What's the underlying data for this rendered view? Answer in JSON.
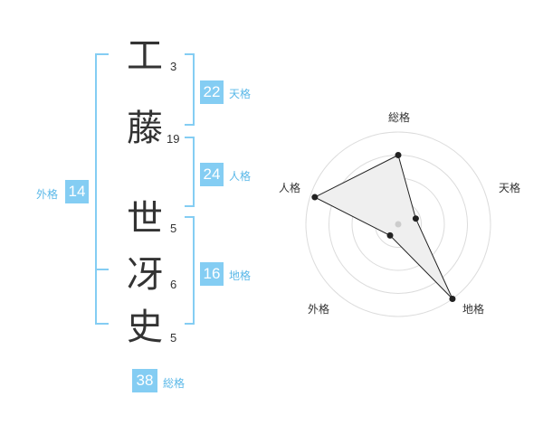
{
  "name": {
    "characters": [
      {
        "char": "工",
        "strokes": "3"
      },
      {
        "char": "藤",
        "strokes": "19"
      },
      {
        "char": "世",
        "strokes": "5"
      },
      {
        "char": "冴",
        "strokes": "6"
      },
      {
        "char": "史",
        "strokes": "5"
      }
    ]
  },
  "fortunes": {
    "ten": {
      "label": "天格",
      "value": "22"
    },
    "jin": {
      "label": "人格",
      "value": "24"
    },
    "chi": {
      "label": "地格",
      "value": "16"
    },
    "gai": {
      "label": "外格",
      "value": "14"
    },
    "sou": {
      "label": "総格",
      "value": "38"
    }
  },
  "radar": {
    "axes": [
      "総格",
      "天格",
      "地格",
      "外格",
      "人格"
    ],
    "values": [
      0.75,
      0.2,
      1.0,
      0.15,
      0.95
    ],
    "line_color": "#222222",
    "fill_color": "#efefef",
    "ring_color": "#dcdcdc"
  },
  "colors": {
    "accent": "#84cdf3",
    "accent_text": "#5ab8e8"
  }
}
